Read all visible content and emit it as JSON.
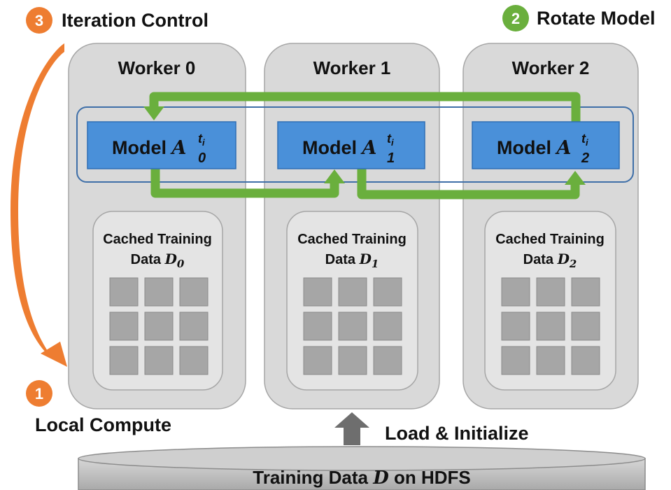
{
  "steps": [
    {
      "number": "1",
      "label": "Local Compute",
      "color": "#ee7d31"
    },
    {
      "number": "2",
      "label": "Rotate Model",
      "color": "#6aaf3d"
    },
    {
      "number": "3",
      "label": "Iteration Control",
      "color": "#ee7d31"
    }
  ],
  "workers": [
    {
      "title": "Worker 0",
      "model_label": "Model ",
      "model_symbol": "A",
      "model_sup": "t",
      "model_sup_sub": "i",
      "model_sub": "0",
      "data_line1": "Cached Training",
      "data_line2": "Data ",
      "data_symbol": "D",
      "data_sub": "0"
    },
    {
      "title": "Worker 1",
      "model_label": "Model ",
      "model_symbol": "A",
      "model_sup": "t",
      "model_sup_sub": "i",
      "model_sub": "1",
      "data_line1": "Cached Training",
      "data_line2": "Data ",
      "data_symbol": "D",
      "data_sub": "1"
    },
    {
      "title": "Worker 2",
      "model_label": "Model ",
      "model_symbol": "A",
      "model_sup": "t",
      "model_sup_sub": "i",
      "model_sub": "2",
      "data_line1": "Cached Training",
      "data_line2": "Data ",
      "data_symbol": "D",
      "data_sub": "2"
    }
  ],
  "load_label": "Load & Initialize",
  "storage": {
    "prefix": "Training Data ",
    "symbol": "D",
    "suffix": " on HDFS"
  },
  "colors": {
    "worker_fill": "#d9d9d9",
    "worker_stroke": "#a6a6a6",
    "model_fill": "#4a90d9",
    "model_stroke": "#2f6fb5",
    "ring_stroke": "#3f6fa8",
    "rotate_arrow": "#6aaf3d",
    "iteration_arrow": "#ee7d31",
    "cell_fill": "#a6a6a6",
    "up_arrow": "#6e6e6e",
    "disk_fill": "#c4c4c4"
  }
}
